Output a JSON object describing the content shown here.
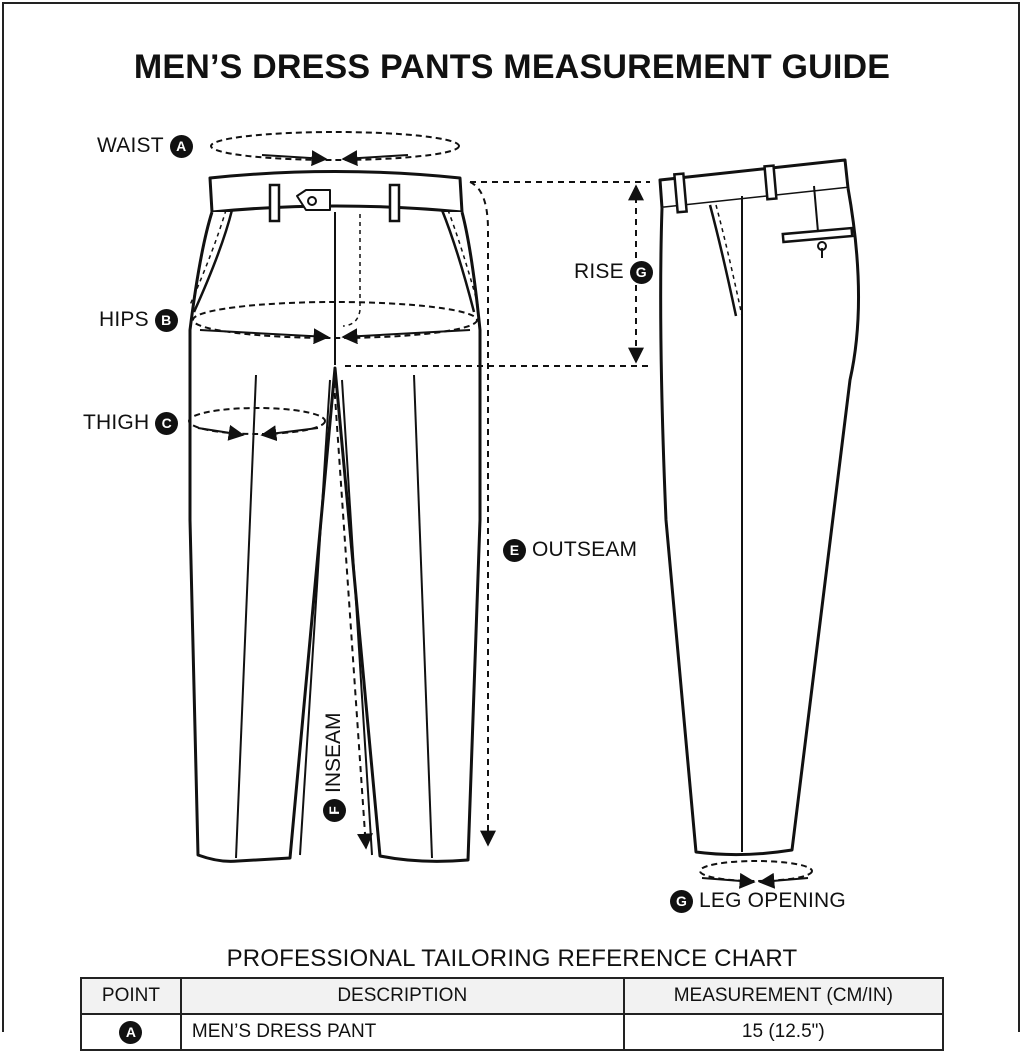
{
  "title": "MEN’S DRESS PANTS MEASUREMENT GUIDE",
  "labels": {
    "waist": {
      "text": "WAIST",
      "badge": "A"
    },
    "hips": {
      "text": "HIPS",
      "badge": "B"
    },
    "thigh": {
      "text": "THIGH",
      "badge": "C"
    },
    "outseam": {
      "text": "OUTSEAM",
      "badge": "E"
    },
    "inseam": {
      "text": "INSEAM",
      "badge": "F"
    },
    "rise": {
      "text": "RISE",
      "badge": "G"
    },
    "leg_opening": {
      "text": "LEG OPENING",
      "badge": "G"
    }
  },
  "chart": {
    "title": "PROFESSIONAL TAILORING REFERENCE CHART",
    "columns": [
      "POINT",
      "DESCRIPTION",
      "MEASUREMENT (CM/IN)"
    ],
    "rows": [
      {
        "point": "A",
        "description": "MEN’S DRESS PANT",
        "measurement": "15 (12.5\")"
      }
    ]
  }
}
